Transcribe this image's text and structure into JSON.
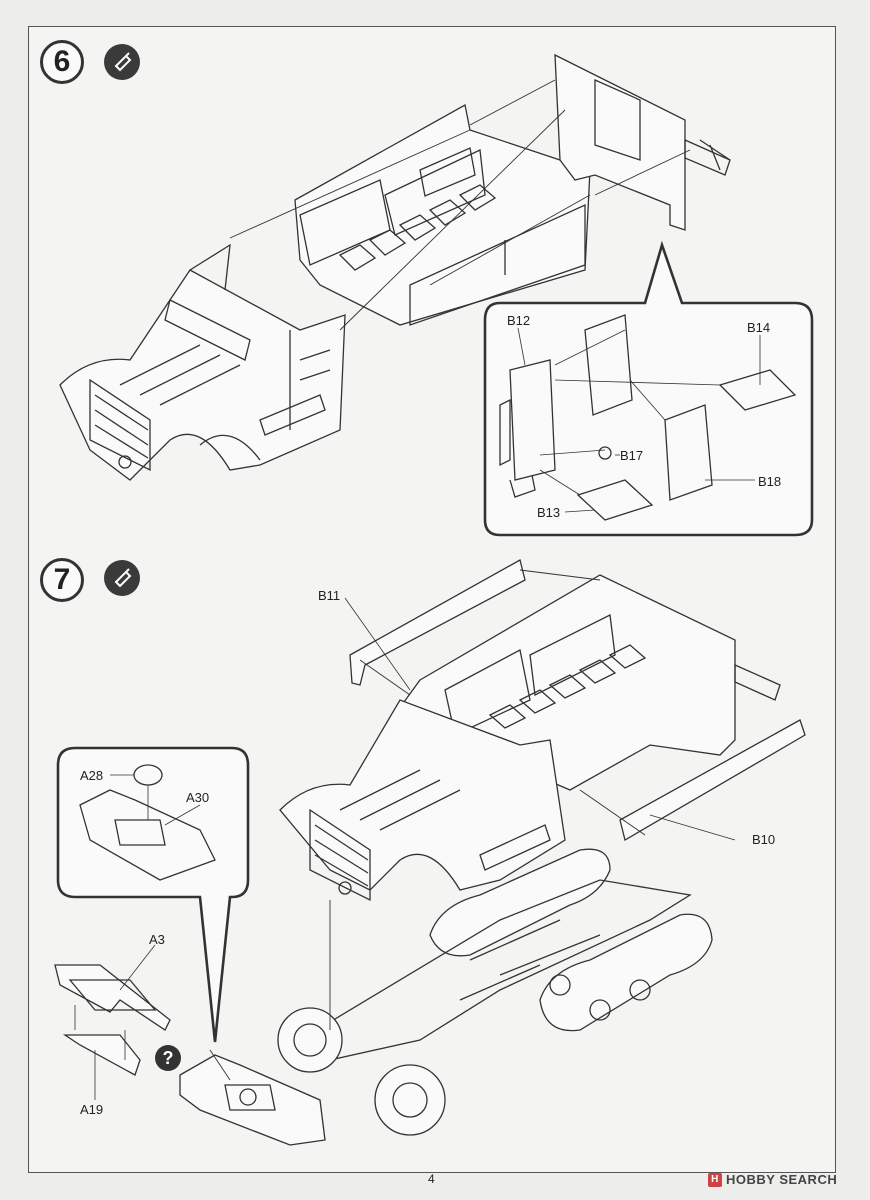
{
  "steps": [
    {
      "number": "6"
    },
    {
      "number": "7"
    }
  ],
  "parts": {
    "b12": "B12",
    "b14": "B14",
    "b17": "B17",
    "b18": "B18",
    "b13": "B13",
    "b11": "B11",
    "b10": "B10",
    "a28": "A28",
    "a30": "A30",
    "a3": "A3",
    "a19": "A19"
  },
  "icons": {
    "glue": "glue-tube-icon",
    "help": "question-mark-icon"
  },
  "help_symbol": "?",
  "page_number": "4",
  "watermark": {
    "logo": "H",
    "text": "HOBBY SEARCH"
  }
}
